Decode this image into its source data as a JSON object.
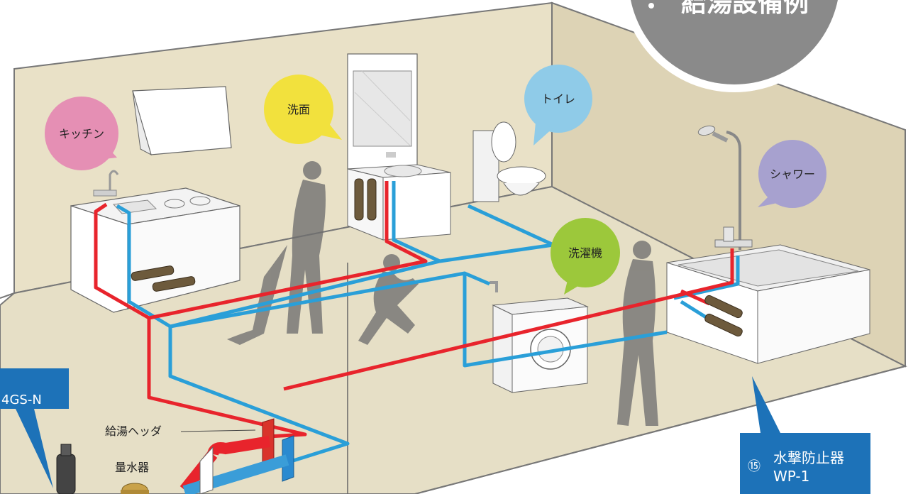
{
  "title_badge": {
    "text": "給湯設備例",
    "color": "#8a8a8a"
  },
  "rooms": {
    "kitchen": {
      "label": "キッチン",
      "color": "#e58fb4"
    },
    "washroom": {
      "label": "洗面",
      "color": "#f2e13d"
    },
    "toilet": {
      "label": "トイレ",
      "color": "#8fcbe8"
    },
    "shower": {
      "label": "シャワー",
      "color": "#a7a1cf"
    },
    "laundry": {
      "label": "洗濯機",
      "color": "#9cc83b"
    }
  },
  "parts": {
    "hot_water_header": "給湯ヘッダ",
    "water_meter": "量水器"
  },
  "callouts": {
    "left_model": "4GS-N",
    "right_number": "⑮",
    "right_name": "水撃防止器",
    "right_model": "WP-1",
    "box_color": "#1d72b8"
  },
  "pipe_colors": {
    "hot": "#e8242c",
    "cold": "#2a9fd8"
  }
}
